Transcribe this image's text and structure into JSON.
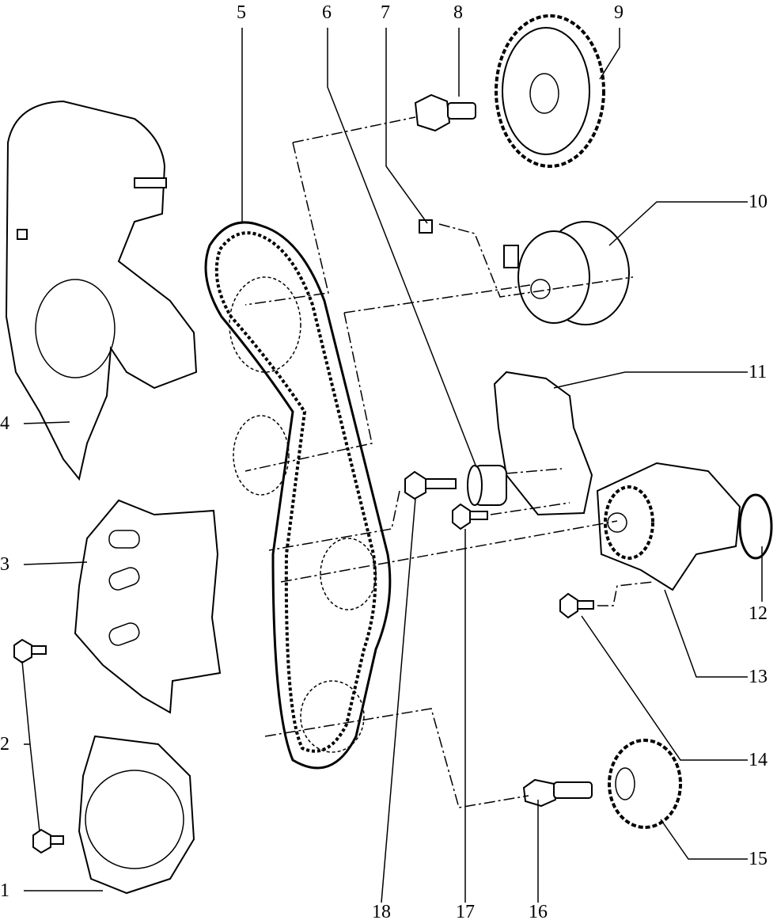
{
  "diagram": {
    "type": "exploded parts diagram",
    "callouts": [
      "1",
      "2",
      "3",
      "4",
      "5",
      "6",
      "7",
      "8",
      "9",
      "10",
      "11",
      "12",
      "13",
      "14",
      "15",
      "16",
      "17",
      "18"
    ]
  }
}
